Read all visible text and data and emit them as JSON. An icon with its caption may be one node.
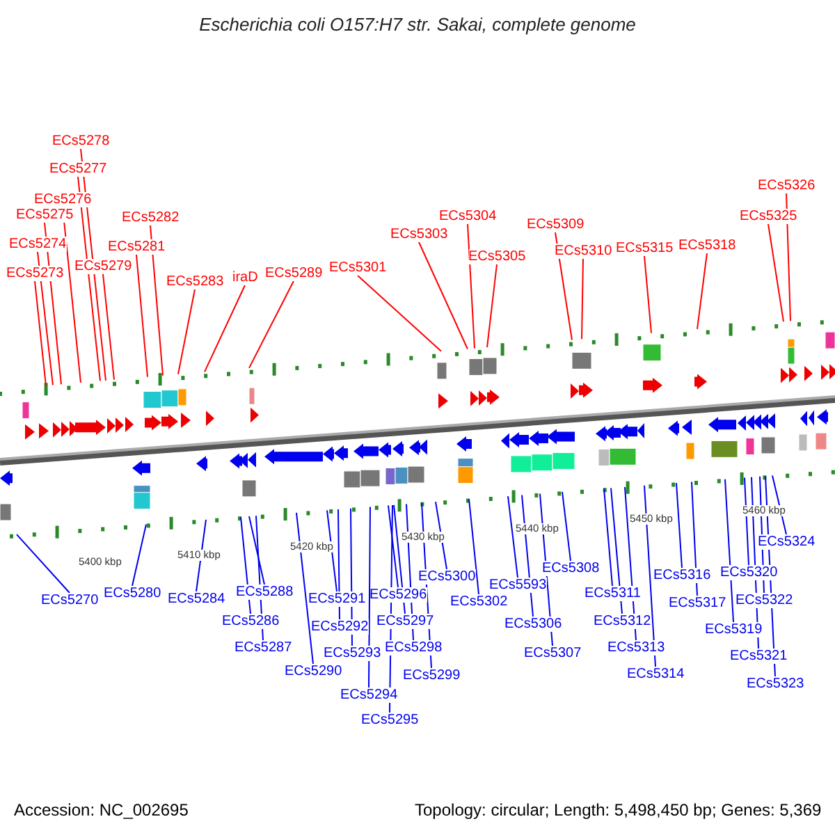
{
  "diagram": {
    "title": "Escherichia coli O157:H7 str. Sakai, complete genome",
    "nodes": [
      {
        "text": [
          "ECs5273"
        ]
      },
      {
        "text": [
          "ECs5274"
        ]
      },
      {
        "text": [
          "ECs5275"
        ]
      },
      {
        "text": [
          "ECs5276"
        ]
      },
      {
        "text": [
          "ECs5277"
        ]
      },
      {
        "text": [
          "ECs5278"
        ]
      },
      {
        "text": [
          "ECs5279"
        ]
      },
      {
        "text": [
          "ECs5281"
        ]
      },
      {
        "text": [
          "ECs5282"
        ]
      },
      {
        "text": [
          "ECs5283"
        ]
      },
      {
        "text": [
          "iraD"
        ]
      },
      {
        "text": [
          "ECs5289"
        ]
      },
      {
        "text": [
          "ECs5301"
        ]
      },
      {
        "text": [
          "ECs5303"
        ]
      },
      {
        "text": [
          "ECs5304"
        ]
      },
      {
        "text": [
          "ECs5305"
        ]
      },
      {
        "text": [
          "ECs5309"
        ]
      },
      {
        "text": [
          "ECs5310"
        ]
      },
      {
        "text": [
          "ECs5315"
        ]
      },
      {
        "text": [
          "ECs5318"
        ]
      },
      {
        "text": [
          "ECs5325"
        ]
      },
      {
        "text": [
          "ECs5326"
        ]
      },
      {
        "text": [
          "ECs5270"
        ]
      },
      {
        "text": [
          "ECs5280"
        ]
      },
      {
        "text": [
          "ECs5284"
        ]
      },
      {
        "text": [
          "ECs5288"
        ]
      },
      {
        "text": [
          "ECs5286"
        ]
      },
      {
        "text": [
          "ECs5287"
        ]
      },
      {
        "text": [
          "ECs5290"
        ]
      },
      {
        "text": [
          "ECs5291"
        ]
      },
      {
        "text": [
          "ECs5292"
        ]
      },
      {
        "text": [
          "ECs5293"
        ]
      },
      {
        "text": [
          "ECs5294"
        ]
      },
      {
        "text": [
          "ECs5295"
        ]
      },
      {
        "text": [
          "ECs5296"
        ]
      },
      {
        "text": [
          "ECs5297"
        ]
      },
      {
        "text": [
          "ECs5298"
        ]
      },
      {
        "text": [
          "ECs5299"
        ]
      },
      {
        "text": [
          "ECs5300"
        ]
      },
      {
        "text": [
          "ECs5302"
        ]
      },
      {
        "text": [
          "ECs5593"
        ]
      },
      {
        "text": [
          "ECs5306"
        ]
      },
      {
        "text": [
          "ECs5307"
        ]
      },
      {
        "text": [
          "ECs5308"
        ]
      },
      {
        "text": [
          "ECs5311"
        ]
      },
      {
        "text": [
          "ECs5312"
        ]
      },
      {
        "text": [
          "ECs5313"
        ]
      },
      {
        "text": [
          "ECs5314"
        ]
      },
      {
        "text": [
          "ECs5316"
        ]
      },
      {
        "text": [
          "ECs5317"
        ]
      },
      {
        "text": [
          "ECs5319"
        ]
      },
      {
        "text": [
          "ECs5320"
        ]
      },
      {
        "text": [
          "ECs5321"
        ]
      },
      {
        "text": [
          "ECs5322"
        ]
      },
      {
        "text": [
          "ECs5323"
        ]
      },
      {
        "text": [
          "ECs5324"
        ]
      }
    ],
    "edges": [
      {
        "from": 0,
        "to": null,
        "arrow": "none",
        "color": "#ff0000"
      },
      {
        "from": 1,
        "to": null,
        "arrow": "none",
        "color": "#ff0000"
      },
      {
        "from": 2,
        "to": null,
        "arrow": "none",
        "color": "#ff0000"
      },
      {
        "from": 3,
        "to": null,
        "arrow": "none",
        "color": "#ff0000"
      },
      {
        "from": 4,
        "to": null,
        "arrow": "none",
        "color": "#ff0000"
      },
      {
        "from": 5,
        "to": null,
        "arrow": "none",
        "color": "#ff0000"
      },
      {
        "from": 6,
        "to": null,
        "arrow": "none",
        "color": "#ff0000"
      },
      {
        "from": 7,
        "to": null,
        "arrow": "none",
        "color": "#ff0000"
      },
      {
        "from": 8,
        "to": null,
        "arrow": "none",
        "color": "#ff0000"
      },
      {
        "from": 9,
        "to": null,
        "arrow": "none",
        "color": "#ff0000"
      },
      {
        "from": 10,
        "to": null,
        "arrow": "none",
        "color": "#ff0000"
      },
      {
        "from": 11,
        "to": null,
        "arrow": "none",
        "color": "#ff0000"
      },
      {
        "from": 12,
        "to": null,
        "arrow": "none",
        "color": "#ff0000"
      },
      {
        "from": 13,
        "to": null,
        "arrow": "none",
        "color": "#ff0000"
      },
      {
        "from": 14,
        "to": null,
        "arrow": "none",
        "color": "#ff0000"
      },
      {
        "from": 15,
        "to": null,
        "arrow": "none",
        "color": "#ff0000"
      },
      {
        "from": 16,
        "to": null,
        "arrow": "none",
        "color": "#ff0000"
      },
      {
        "from": 17,
        "to": null,
        "arrow": "none",
        "color": "#ff0000"
      },
      {
        "from": 18,
        "to": null,
        "arrow": "none",
        "color": "#ff0000"
      },
      {
        "from": 19,
        "to": null,
        "arrow": "none",
        "color": "#ff0000"
      },
      {
        "from": 20,
        "to": null,
        "arrow": "none",
        "color": "#ff0000"
      },
      {
        "from": 21,
        "to": null,
        "arrow": "none",
        "color": "#ff0000"
      },
      {
        "from": 22,
        "to": null,
        "arrow": "none"
      },
      {
        "from": 23,
        "to": null,
        "arrow": "none"
      },
      {
        "from": 24,
        "to": null,
        "arrow": "none"
      },
      {
        "from": 25,
        "to": null,
        "arrow": "none"
      },
      {
        "from": 26,
        "to": null,
        "arrow": "none"
      },
      {
        "from": 27,
        "to": null,
        "arrow": "none"
      },
      {
        "from": 28,
        "to": null,
        "arrow": "none"
      },
      {
        "from": 29,
        "to": null,
        "arrow": "none"
      },
      {
        "from": 30,
        "to": null,
        "arrow": "none"
      },
      {
        "from": 31,
        "to": null,
        "arrow": "none"
      },
      {
        "from": 32,
        "to": null,
        "arrow": "none"
      },
      {
        "from": 33,
        "to": null,
        "arrow": "none"
      },
      {
        "from": 34,
        "to": null,
        "arrow": "none"
      },
      {
        "from": 35,
        "to": null,
        "arrow": "none"
      },
      {
        "from": 36,
        "to": null,
        "arrow": "none"
      },
      {
        "from": 37,
        "to": null,
        "arrow": "none"
      },
      {
        "from": 38,
        "to": null,
        "arrow": "none"
      },
      {
        "from": 39,
        "to": null,
        "arrow": "none"
      },
      {
        "from": 40,
        "to": null,
        "arrow": "none"
      },
      {
        "from": 41,
        "to": null,
        "arrow": "none"
      },
      {
        "from": 42,
        "to": null,
        "arrow": "none"
      },
      {
        "from": 43,
        "to": null,
        "arrow": "none"
      },
      {
        "from": 44,
        "to": null,
        "arrow": "none"
      },
      {
        "from": 45,
        "to": null,
        "arrow": "none"
      },
      {
        "from": 46,
        "to": null,
        "arrow": "none"
      },
      {
        "from": 47,
        "to": null,
        "arrow": "none"
      },
      {
        "from": 48,
        "to": null,
        "arrow": "none"
      },
      {
        "from": 49,
        "to": null,
        "arrow": "none"
      },
      {
        "from": 50,
        "to": null,
        "arrow": "none"
      },
      {
        "from": 51,
        "to": null,
        "arrow": "none"
      },
      {
        "from": 52,
        "to": null,
        "arrow": "none"
      },
      {
        "from": 53,
        "to": null,
        "arrow": "none"
      },
      {
        "from": 54,
        "to": null,
        "arrow": "none"
      },
      {
        "from": 55,
        "to": null,
        "arrow": "none"
      }
    ],
    "labels": [
      "5400 kbp",
      "5410 kbp",
      "5420 kbp",
      "5430 kbp",
      "5440 kbp",
      "5450 kbp",
      "5460 kbp",
      "Accession: NC_002695",
      "Topology: circular; Length: 5,498,450 bp; Genes: 5,369"
    ]
  }
}
